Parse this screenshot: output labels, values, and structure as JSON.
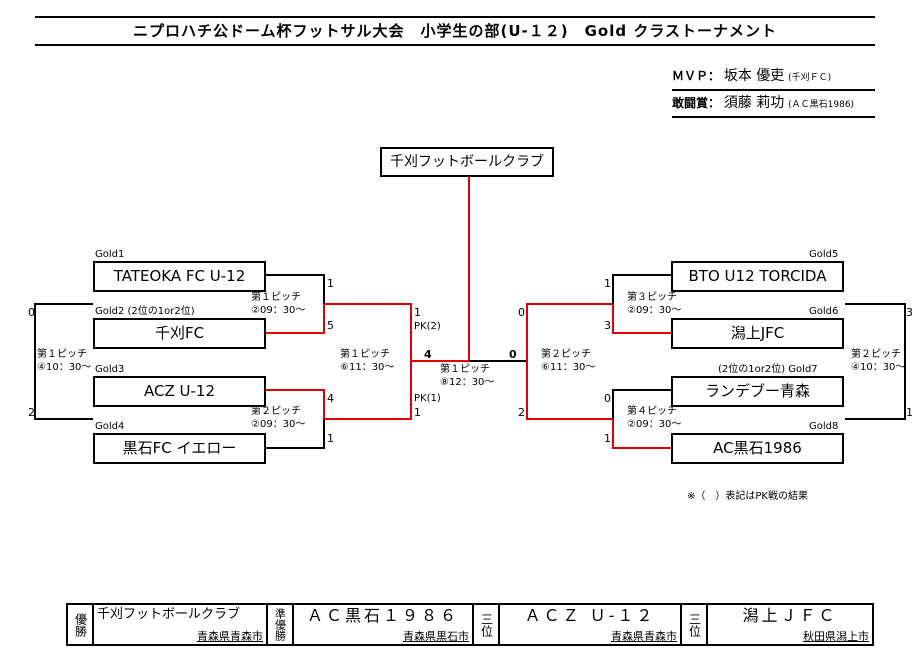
{
  "title": "ニプロハチ公ドーム杯フットサル大会　小学生の部(U-１２)　Gold クラストーナメント",
  "awards": {
    "mvp_label": "ＭＶＰ：",
    "mvp_name": "坂本 優吏",
    "mvp_team": "(千刈ＦＣ)",
    "fighting_label": "敢闘賞：",
    "fighting_name": "須藤 莉功",
    "fighting_team": "(ＡＣ黒石1986)"
  },
  "champion": "千刈フットボールクラブ",
  "left": {
    "seed1": "Gold1",
    "team1": "TATEOKA FC U-12",
    "seed2": "Gold2 (2位の1or2位)",
    "team2": "千刈FC",
    "seed3": "Gold3",
    "team3": "ACZ U-12",
    "seed4": "Gold4",
    "team4": "黒石FC イエロー",
    "m1_label": "第１ピッチ",
    "m1_time": "②09：30～",
    "m2_label": "第２ピッチ",
    "m2_time": "②09：30～",
    "semi_label": "第１ピッチ",
    "semi_time": "⑥11：30～",
    "side_label": "第１ピッチ",
    "side_time": "④10：30～",
    "score_t1": "1",
    "score_t2": "5",
    "score_t3": "4",
    "score_t4": "1",
    "semi_top": "1",
    "semi_top_pk": "PK(2)",
    "semi_bottom": "1",
    "semi_bottom_pk": "PK(1)",
    "side_top": "0",
    "side_bottom": "2",
    "final_score": "4"
  },
  "right": {
    "seed5": "Gold5",
    "team5": "BTO U12 TORCIDA",
    "seed6": "Gold6",
    "team6": "潟上JFC",
    "seed7": "(2位の1or2位) Gold7",
    "team7": "ランデブー青森",
    "seed8": "Gold8",
    "team8": "AC黒石1986",
    "m3_label": "第３ピッチ",
    "m3_time": "②09：30～",
    "m4_label": "第４ピッチ",
    "m4_time": "②09：30～",
    "semi_label": "第２ピッチ",
    "semi_time": "⑥11：30～",
    "side_label": "第２ピッチ",
    "side_time": "④10：30～",
    "score_t5": "1",
    "score_t6": "3",
    "score_t7": "0",
    "score_t8": "1",
    "semi_top": "0",
    "semi_bottom": "2",
    "side_top": "3",
    "side_bottom": "1",
    "final_score": "0"
  },
  "final": {
    "label": "第１ピッチ",
    "time": "⑧12：30～"
  },
  "note": "※（　）表記はPK戦の結果",
  "results": {
    "first_label": "優勝",
    "first_team": "千刈フットボールクラブ",
    "first_pref": "青森県青森市",
    "second_label": "準優勝",
    "second_team": "ＡＣ黒石１９８６",
    "second_pref": "青森県黒石市",
    "third_label": "三位",
    "third_team_a": "ＡＣＺ Ｕ-１２",
    "third_pref_a": "青森県青森市",
    "third_team_b": "潟上ＪＦＣ",
    "third_pref_b": "秋田県潟上市"
  },
  "colors": {
    "win_line": "#e00000",
    "line": "#000000"
  }
}
